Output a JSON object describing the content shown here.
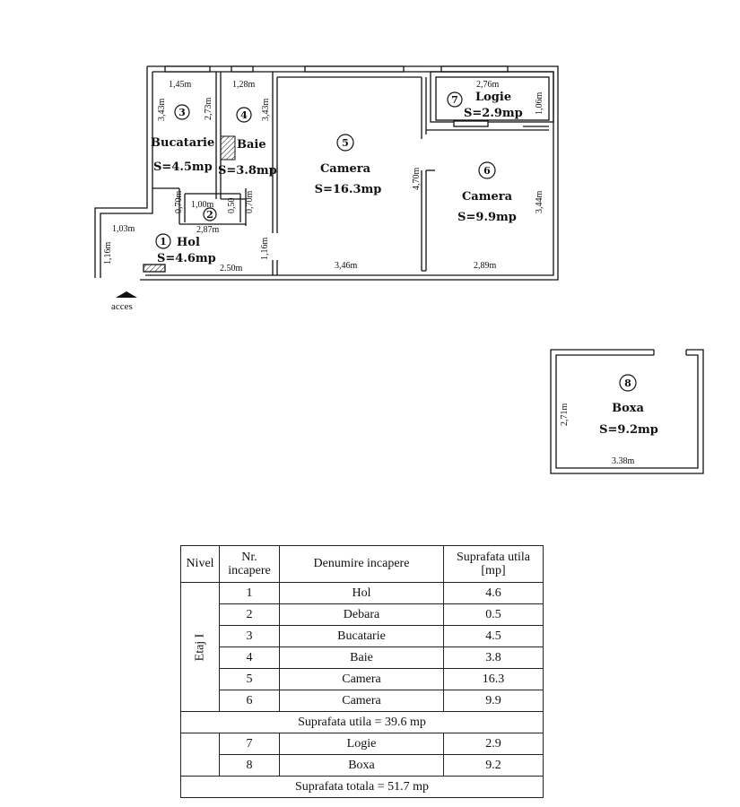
{
  "plan": {
    "access_label": "acces",
    "rooms": [
      {
        "num": "1",
        "name": "Hol",
        "area": "S=4.6mp"
      },
      {
        "num": "2"
      },
      {
        "num": "3",
        "name": "Bucatarie",
        "area": "S=4.5mp"
      },
      {
        "num": "4",
        "name": "Baie",
        "area": "S=3.8mp"
      },
      {
        "num": "5",
        "name": "Camera",
        "area": "S=16.3mp"
      },
      {
        "num": "6",
        "name": "Camera",
        "area": "S=9.9mp"
      },
      {
        "num": "7",
        "name": "Logie",
        "area": "S=2.9mp"
      },
      {
        "num": "8",
        "name": "Boxa",
        "area": "S=9.2mp"
      }
    ],
    "dimensions": {
      "d_145": "1,45m",
      "d_128": "1,28m",
      "d_276": "2,76m",
      "d_343a": "3,43m",
      "d_273": "2,73m",
      "d_343b": "3,43m",
      "d_106": "1,06m",
      "d_470": "4,70m",
      "d_344": "3,44m",
      "d_100": "1,00m",
      "d_050": "0,50",
      "d_070a": "0,70m",
      "d_070b": "0,70m",
      "d_287": "2,87m",
      "d_103": "1,03m",
      "d_116a": "1,16m",
      "d_116b": "1,16m",
      "d_250": "2.50m",
      "d_346": "3,46m",
      "d_289": "2,89m",
      "d_271": "2,71m",
      "d_338": "3.38m"
    }
  },
  "table": {
    "headers": {
      "nivel": "Nivel",
      "nr": "Nr.\nincapere",
      "denumire": "Denumire incapere",
      "suprafata": "Suprafata utila\n[mp]"
    },
    "level": "Etaj I",
    "rows": [
      {
        "nr": "1",
        "name": "Hol",
        "area": "4.6"
      },
      {
        "nr": "2",
        "name": "Debara",
        "area": "0.5"
      },
      {
        "nr": "3",
        "name": "Bucatarie",
        "area": "4.5"
      },
      {
        "nr": "4",
        "name": "Baie",
        "area": "3.8"
      },
      {
        "nr": "5",
        "name": "Camera",
        "area": "16.3"
      },
      {
        "nr": "6",
        "name": "Camera",
        "area": "9.9"
      }
    ],
    "subtotal": "Suprafata utila = 39.6 mp",
    "extra_rows": [
      {
        "nr": "7",
        "name": "Logie",
        "area": "2.9"
      },
      {
        "nr": "8",
        "name": "Boxa",
        "area": "9.2"
      }
    ],
    "total": "Suprafata totala = 51.7 mp"
  }
}
